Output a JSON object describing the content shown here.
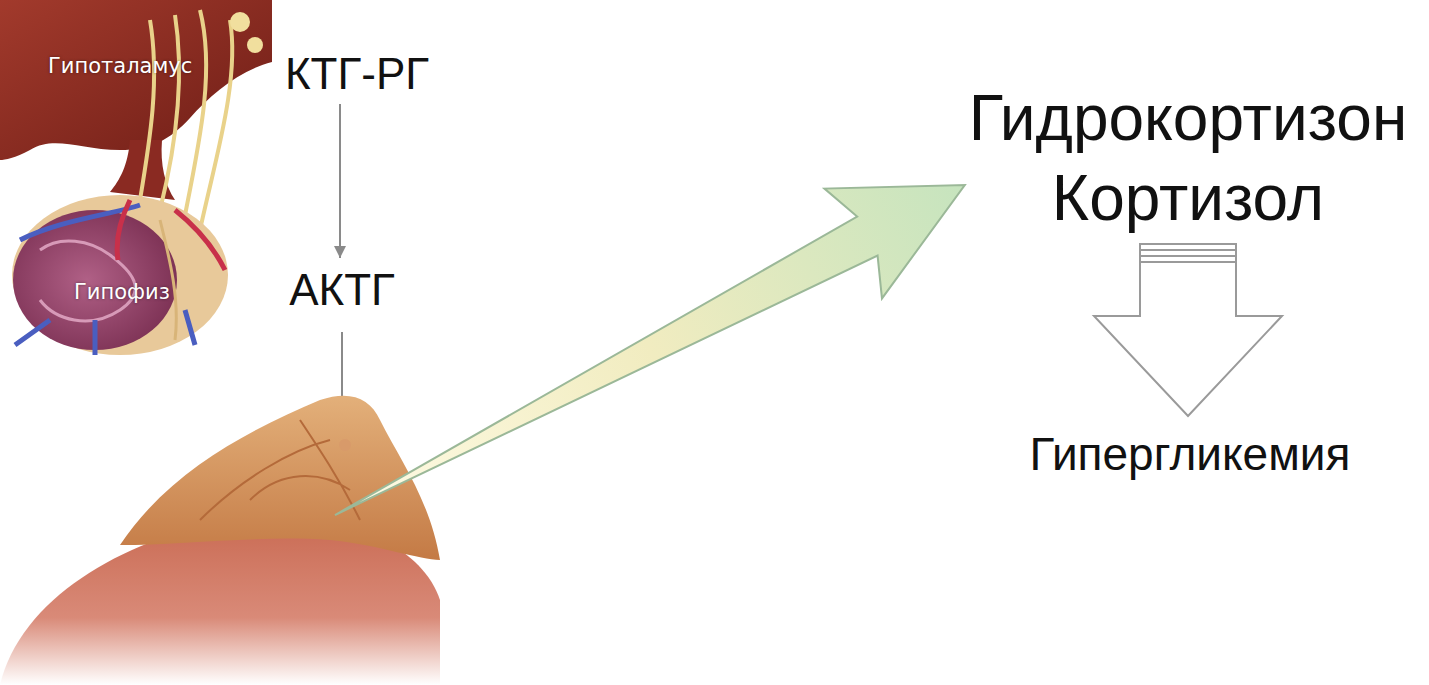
{
  "diagram": {
    "nodes": [
      {
        "text": [
          "КТГ-РГ"
        ]
      },
      {
        "text": [
          "АКТГ"
        ]
      },
      {
        "text": [
          "Гидрокортизон Кортизол"
        ]
      },
      {
        "text": [
          "Гипергликемия"
        ]
      }
    ],
    "edges": [
      {
        "from": 0,
        "to": 1,
        "arrow": "to"
      },
      {
        "from": 2,
        "to": 3,
        "arrow": "to"
      }
    ],
    "labels": [
      "Гипоталамус",
      "Гипофиз"
    ]
  }
}
